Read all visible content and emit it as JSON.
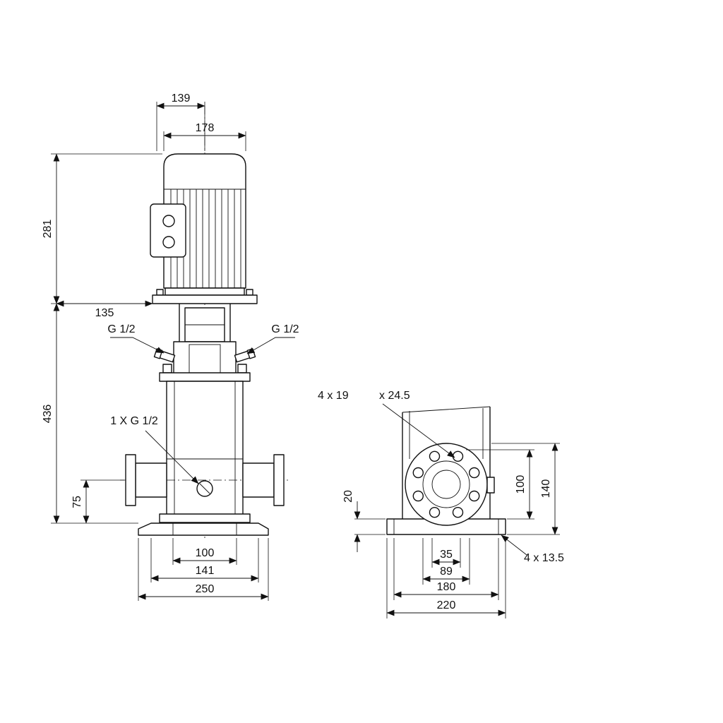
{
  "front_view": {
    "dim_top_width": "139",
    "dim_motor_width": "178",
    "dim_motor_height": "281",
    "dim_head_width": "135",
    "dim_pump_height": "436",
    "port_left": "G 1/2",
    "port_right": "G 1/2",
    "drain_port": "1 X G 1/2",
    "dim_port_height": "75",
    "dim_base_holes": "100",
    "dim_base_inner": "141",
    "dim_base_width": "250"
  },
  "side_view": {
    "flange_holes": "4 x 19",
    "flange_counterbore": "x 24.5",
    "dim_base_thickness": "20",
    "dim_flange_height": "100",
    "dim_flange_top": "140",
    "dim_bore": "35",
    "dim_hub": "89",
    "dim_base_hole_spacing": "180",
    "dim_base_depth": "220",
    "base_holes": "4 x 13.5"
  },
  "colors": {
    "line": "#111111",
    "background": "#ffffff"
  }
}
